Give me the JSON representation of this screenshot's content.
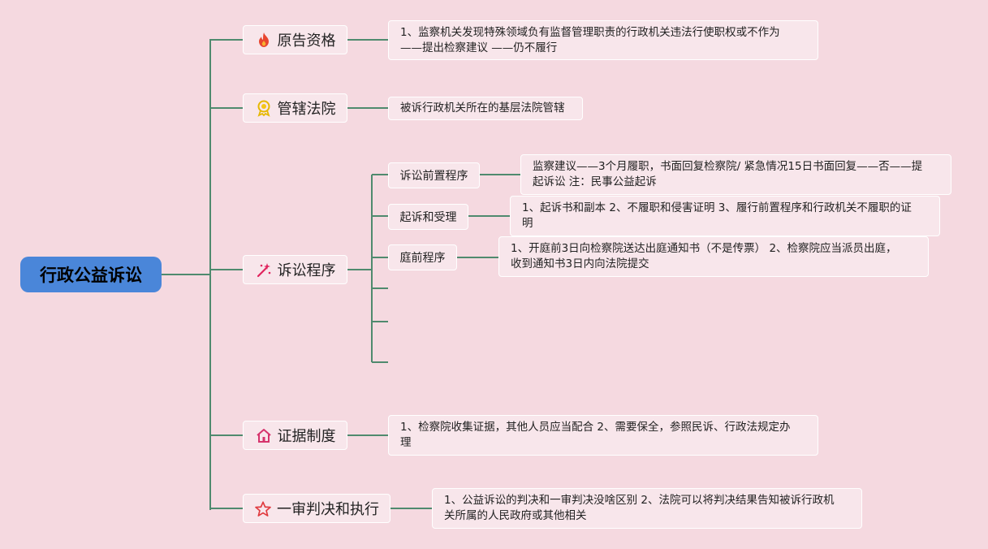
{
  "root": {
    "label": "行政公益诉讼"
  },
  "branches": {
    "standing": {
      "label": "原告资格",
      "icon": "fire-icon",
      "detail": [
        "1、监察机关发现特殊领域负有监督管理职责的行政机关违法行使职权或不作为",
        "——提出检察建议 ——仍不履行"
      ]
    },
    "court": {
      "label": "管辖法院",
      "icon": "award-ribbon-icon",
      "detail": [
        "被诉行政机关所在的基层法院管辖"
      ]
    },
    "procedure": {
      "label": "诉讼程序",
      "icon": "sparkle-wand-icon",
      "children": [
        {
          "label": "诉讼前置程序",
          "detail": [
            "监察建议——3个月履职，书面回复检察院/ 紧急情况15日书面回复——否——提",
            "起诉讼 注：民事公益起诉"
          ]
        },
        {
          "label": "起诉和受理",
          "detail": [
            "1、起诉书和副本 2、不履职和侵害证明 3、履行前置程序和行政机关不履职的证",
            "明"
          ]
        },
        {
          "label": "庭前程序",
          "detail": [
            "1、开庭前3日向检察院送达出庭通知书（不是传票） 2、检察院应当派员出庭，",
            "收到通知书3日内向法院提交"
          ]
        }
      ]
    },
    "evidence": {
      "label": "证据制度",
      "icon": "home-icon",
      "detail": [
        "1、检察院收集证据，其他人员应当配合 2、需要保全，参照民诉、行政法规定办",
        "理"
      ]
    },
    "judgment": {
      "label": "一审判决和执行",
      "icon": "star-icon",
      "detail": [
        "1、公益诉讼的判决和一审判决没啥区别 2、法院可以将判决结果告知被诉行政机",
        "关所属的人民政府或其他相关"
      ]
    }
  },
  "colors": {
    "background": "#f5d9e0",
    "root_fill": "#4a86d9",
    "connector": "#4f8a6e",
    "node_fill": "#f8e6eb",
    "node_border": "#ffffff"
  }
}
